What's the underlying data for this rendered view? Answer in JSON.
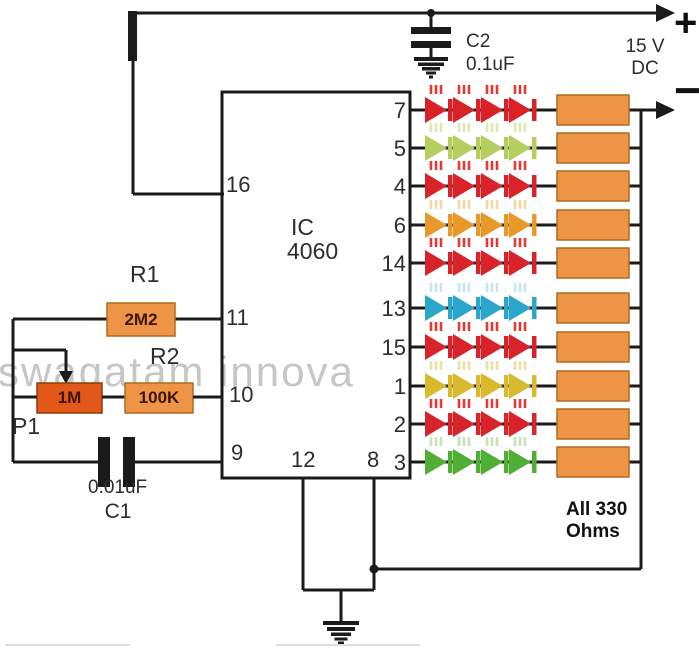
{
  "watermark": "swagatam innova",
  "power": {
    "plus": "+",
    "minus": "−",
    "voltage_line1": "15 V",
    "voltage_line2": "DC"
  },
  "capacitors": {
    "c2_name": "C2",
    "c2_value": "0.1uF",
    "c1_name": "C1",
    "c1_value": "0.01uF"
  },
  "ic": {
    "name_line1": "IC",
    "name_line2": "4060",
    "pin_16": "16",
    "pin_11": "11",
    "pin_10": "10",
    "pin_9": "9",
    "pin_12": "12",
    "pin_8": "8"
  },
  "resistors": {
    "r1_name": "R1",
    "r1_value": "2M2",
    "r2_name": "R2",
    "r2_value": "100K",
    "p1_name": "P1",
    "p1_value": "1M",
    "note_line1": "All 330",
    "note_line2": "Ohms"
  },
  "led_rows": [
    {
      "pin": "7",
      "color": "#da2128",
      "ray_color": "#e23a34"
    },
    {
      "pin": "5",
      "color": "#b5cf5f",
      "ray_color": "#dde9b4"
    },
    {
      "pin": "4",
      "color": "#d8232a",
      "ray_color": "#e23a34"
    },
    {
      "pin": "6",
      "color": "#e9992a",
      "ray_color": "#f4d8a4"
    },
    {
      "pin": "14",
      "color": "#d8232a",
      "ray_color": "#e23a34"
    },
    {
      "pin": "13",
      "color": "#2ba6cb",
      "ray_color": "#c4e6ef"
    },
    {
      "pin": "15",
      "color": "#d8232a",
      "ray_color": "#e23a34"
    },
    {
      "pin": "1",
      "color": "#d9b92e",
      "ray_color": "#ece0a8"
    },
    {
      "pin": "2",
      "color": "#d8232a",
      "ray_color": "#e23a34"
    },
    {
      "pin": "3",
      "color": "#4fae33",
      "ray_color": "#c8e3b8"
    }
  ],
  "colors": {
    "wire": "#1b1b1b",
    "resistor_fill": "#ee9446",
    "resistor_border": "#b06a1e",
    "pot_fill": "#e2581a",
    "pot_border": "#8a3a08",
    "value_text": "#3f1606",
    "label_text": "#2d2d2d",
    "watermark": "#c6c6c6"
  }
}
